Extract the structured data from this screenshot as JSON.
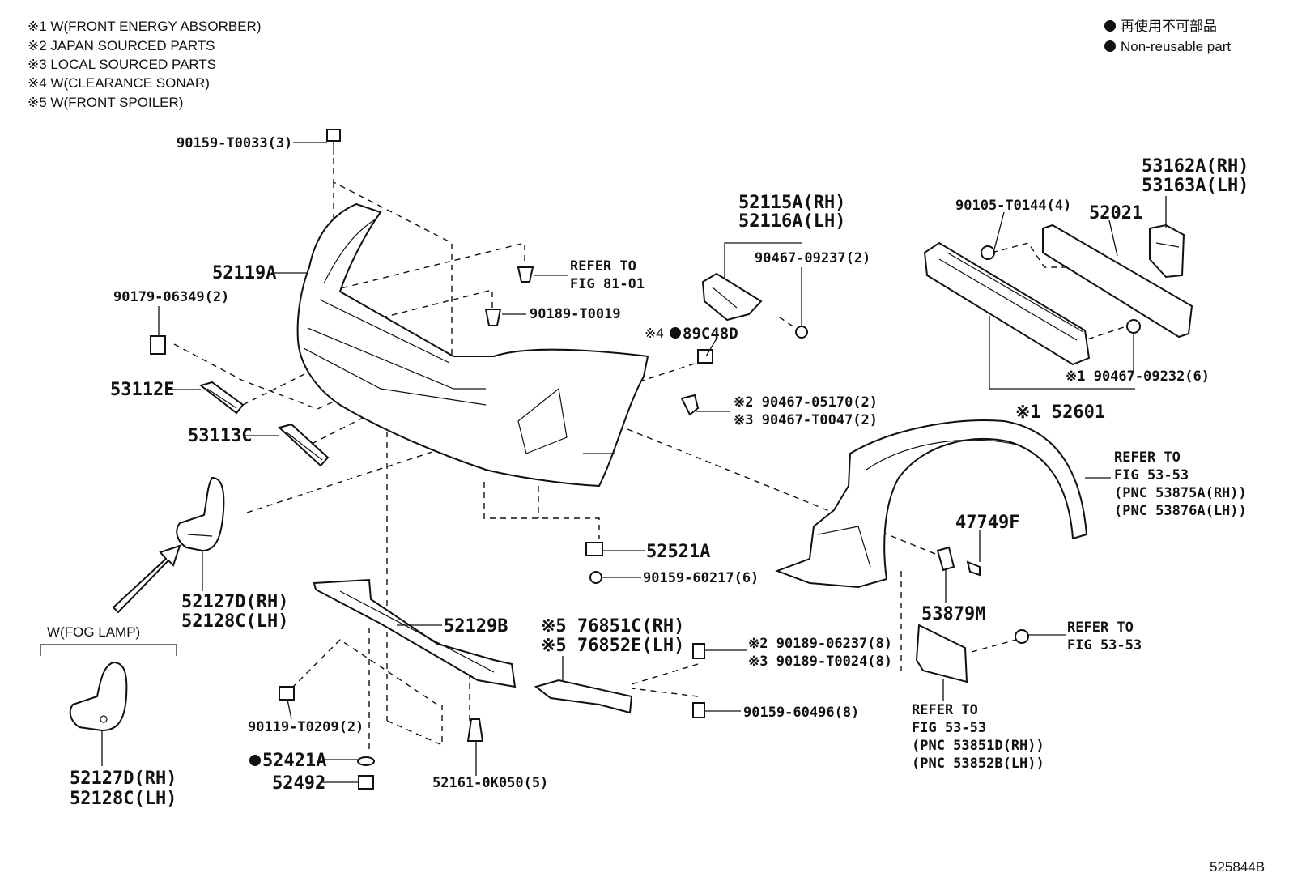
{
  "notes": [
    "※1 W(FRONT ENERGY ABSORBER)",
    "※2 JAPAN SOURCED PARTS",
    "※3 LOCAL SOURCED PARTS",
    "※4 W(CLEARANCE SONAR)",
    "※5 W(FRONT SPOILER)"
  ],
  "legend": {
    "line1": "再使用不可部品",
    "line2": "Non-reusable part"
  },
  "labels": {
    "p90159_T0033": "90159-T0033(3)",
    "p52119A": "52119A",
    "refer_81_a": "REFER TO",
    "refer_81_b": "FIG 81-01",
    "p90179": "90179-06349(2)",
    "p90189_T0019": "90189-T0019",
    "p53112E": "53112E",
    "p53113C": "53113C",
    "p52115A": "52115A(RH)",
    "p52116A": "52116A(LH)",
    "p90467_09237": "90467-09237(2)",
    "p89C48D_pre": "※4",
    "p89C48D": "89C48D",
    "p90467_05170": "※2 90467-05170(2)",
    "p90467_T0047": "※3 90467-T0047(2)",
    "p90105": "90105-T0144(4)",
    "p52021": "52021",
    "p53162A": "53162A(RH)",
    "p53163A": "53163A(LH)",
    "p90467_09232": "※1 90467-09232(6)",
    "p52601": "※1 52601",
    "refer_5353a_1": "REFER TO",
    "refer_5353a_2": "FIG 53-53",
    "refer_5353a_3": "(PNC 53875A(RH))",
    "refer_5353a_4": "(PNC 53876A(LH))",
    "p47749F": "47749F",
    "p53879M": "53879M",
    "p52521A": "52521A",
    "p90159_60217": "90159-60217(6)",
    "p52127D_a": "52127D(RH)",
    "p52128C_a": "52128C(LH)",
    "fog_lamp": "W(FOG LAMP)",
    "p52127D_b": "52127D(RH)",
    "p52128C_b": "52128C(LH)",
    "p52129B": "52129B",
    "p76851C": "※5 76851C(RH)",
    "p76852E": "※5 76852E(LH)",
    "p90189_06237": "※2 90189-06237(8)",
    "p90189_T0024": "※3 90189-T0024(8)",
    "p90159_60496": "90159-60496(8)",
    "refer_5353b_1": "REFER TO",
    "refer_5353b_2": "FIG 53-53",
    "refer_5353c_1": "REFER TO",
    "refer_5353c_2": "FIG 53-53",
    "refer_5353c_3": "(PNC 53851D(RH))",
    "refer_5353c_4": "(PNC 53852B(LH))",
    "p90119": "90119-T0209(2)",
    "p52421A": "52421A",
    "p52492": "52492",
    "p52161": "52161-0K050(5)",
    "fig_id": "525844B"
  }
}
